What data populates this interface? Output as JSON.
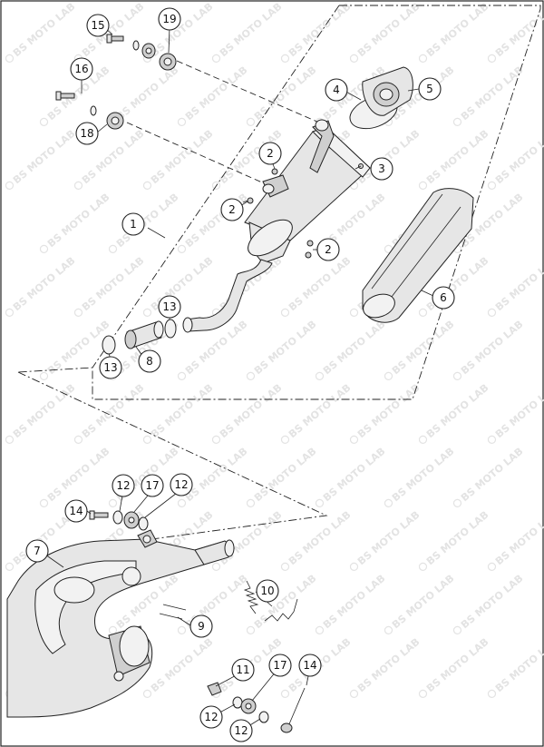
{
  "watermark": {
    "text": "BS MOTO LAB"
  },
  "callouts": {
    "c1": "1",
    "c2a": "2",
    "c2b": "2",
    "c2c": "2",
    "c3": "3",
    "c4": "4",
    "c5": "5",
    "c6": "6",
    "c7": "7",
    "c8": "8",
    "c9": "9",
    "c10": "10",
    "c11": "11",
    "c12a": "12",
    "c12b": "12",
    "c12c": "12",
    "c12d": "12",
    "c13a": "13",
    "c13b": "13",
    "c14a": "14",
    "c14b": "14",
    "c15": "15",
    "c16": "16",
    "c17a": "17",
    "c17b": "17",
    "c18": "18",
    "c19": "19"
  }
}
